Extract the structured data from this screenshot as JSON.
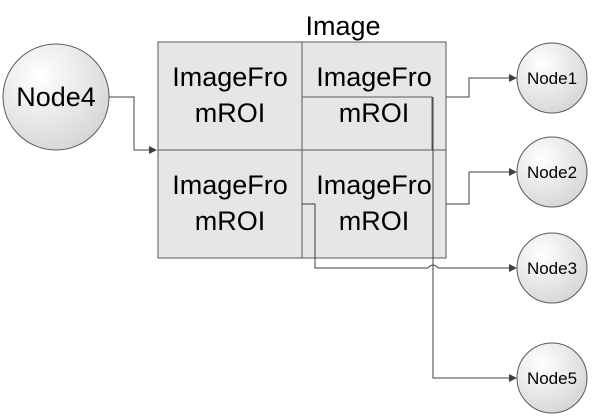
{
  "diagram": {
    "title": "Image",
    "cells": {
      "top_left": {
        "line1": "ImageFro",
        "line2": "mROI"
      },
      "top_right": {
        "line1": "ImageFro",
        "line2": "mROI"
      },
      "bottom_left": {
        "line1": "ImageFro",
        "line2": "mROI"
      },
      "bottom_right": {
        "line1": "ImageFro",
        "line2": "mROI"
      }
    },
    "nodes": {
      "node4": "Node4",
      "node1": "Node1",
      "node2": "Node2",
      "node3": "Node3",
      "node5": "Node5"
    },
    "colors": {
      "cell_fill": "#e6e6e6",
      "line": "#595959",
      "node_fill_light": "#ffffff",
      "node_fill_dark": "#d9d9d9"
    }
  }
}
